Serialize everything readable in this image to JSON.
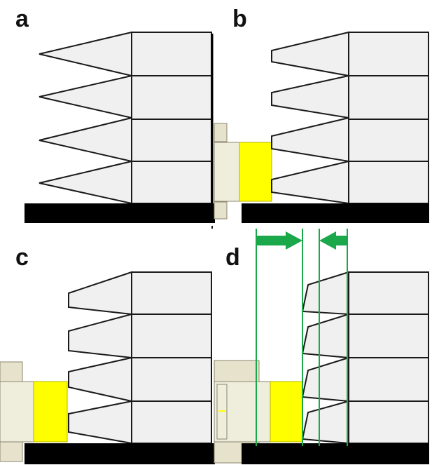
{
  "panels": [
    {
      "id": "a",
      "label": "a"
    },
    {
      "id": "b",
      "label": "b"
    },
    {
      "id": "c",
      "label": "c"
    },
    {
      "id": "d",
      "label": "d"
    }
  ],
  "colors": {
    "background": "#ffffff",
    "block": "#f0f0f0",
    "outline": "#1a1a1a",
    "base": "#000000",
    "element": "#ffff00",
    "fixture": "#e6e2cc",
    "guide": "#1aa84a",
    "arrow": "#1aa84a"
  }
}
